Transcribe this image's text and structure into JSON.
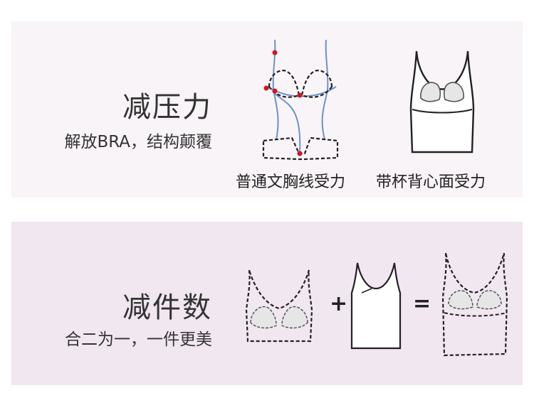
{
  "panel1": {
    "title": "减压力",
    "subtitle": "解放BRA，结构颠覆",
    "caption_left": "普通文胸线受力",
    "caption_right": "带杯背心面受力"
  },
  "panel2": {
    "title": "减件数",
    "subtitle": "合二为一，一件更美",
    "plus": "+",
    "equals": "="
  },
  "colors": {
    "panel1_bg": "#f9f4f7",
    "panel2_bg": "#f1e7f0",
    "force_line": "#6b93c9",
    "force_point": "#d0161e",
    "outline": "#222222"
  },
  "icons": [
    "bra-force-diagram",
    "camisole-with-cups",
    "bra-dashed",
    "camisole",
    "camisole-with-bra-dashed"
  ]
}
